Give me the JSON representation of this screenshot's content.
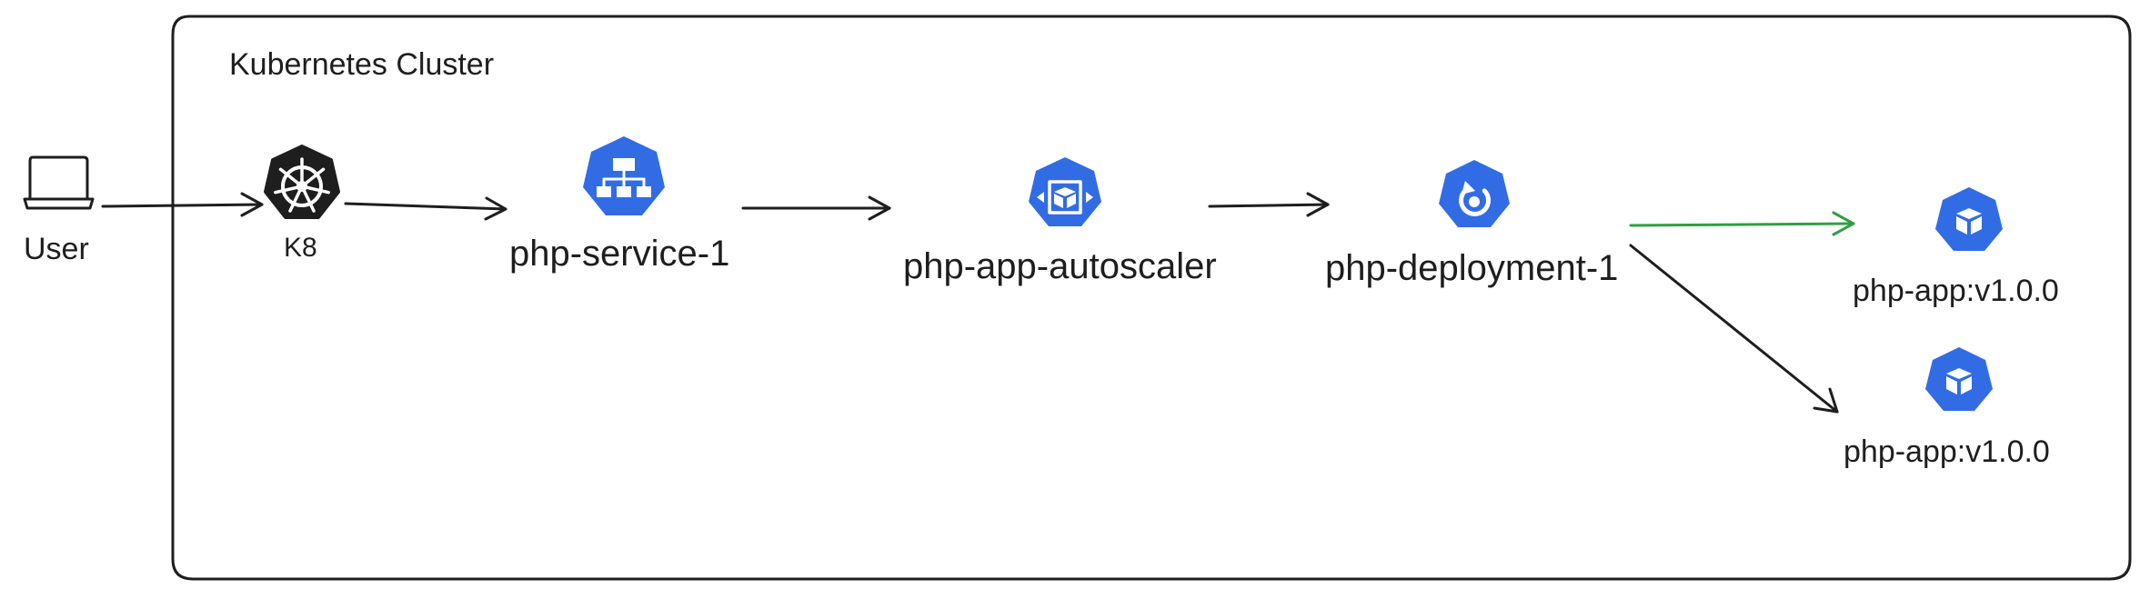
{
  "cluster": {
    "title": "Kubernetes Cluster"
  },
  "nodes": {
    "user": {
      "label": "User",
      "icon": "laptop-icon"
    },
    "k8": {
      "label": "K8",
      "icon": "kubernetes-helm-wheel-icon"
    },
    "service": {
      "label": "php-service-1",
      "icon": "k8s-service-icon"
    },
    "autoscaler": {
      "label": "php-app-autoscaler",
      "icon": "k8s-hpa-icon"
    },
    "deployment": {
      "label": "php-deployment-1",
      "icon": "k8s-deployment-icon"
    },
    "pod_1": {
      "label": "php-app:v1.0.0",
      "icon": "k8s-pod-icon"
    },
    "pod_2": {
      "label": "php-app:v1.0.0",
      "icon": "k8s-pod-icon"
    }
  },
  "edges": [
    {
      "from": "user",
      "to": "k8"
    },
    {
      "from": "k8",
      "to": "service"
    },
    {
      "from": "service",
      "to": "autoscaler"
    },
    {
      "from": "autoscaler",
      "to": "deployment"
    },
    {
      "from": "deployment",
      "to": "pod_1",
      "color": "#2f9e44"
    },
    {
      "from": "deployment",
      "to": "pod_2"
    }
  ],
  "colors": {
    "k8s_blue": "#326ce5",
    "stroke": "#1e1e1e",
    "highlight_edge": "#2f9e44"
  }
}
